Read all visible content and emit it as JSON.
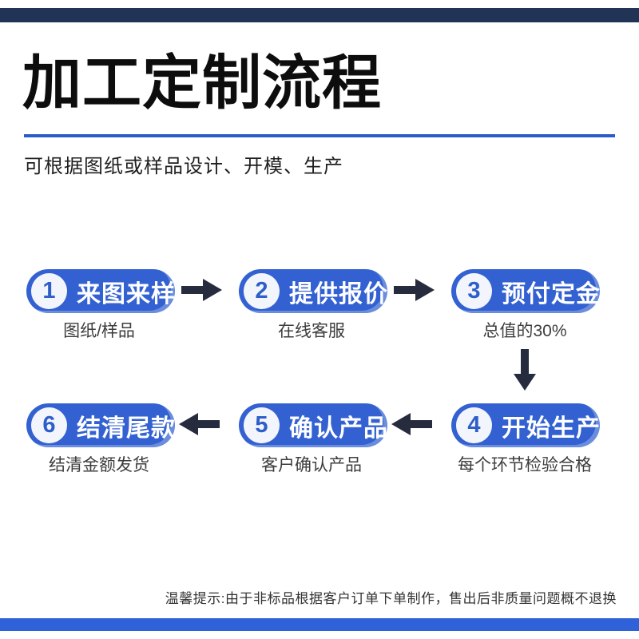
{
  "header": {
    "title": "加工定制流程",
    "subtitle": "可根据图纸或样品设计、开模、生产"
  },
  "steps": [
    {
      "num": "1",
      "label": "来图来样",
      "caption": "图纸/样品"
    },
    {
      "num": "2",
      "label": "提供报价",
      "caption": "在线客服"
    },
    {
      "num": "3",
      "label": "预付定金",
      "caption": "总值的30%"
    },
    {
      "num": "4",
      "label": "开始生产",
      "caption": "每个环节检验合格"
    },
    {
      "num": "5",
      "label": "确认产品",
      "caption": "客户确认产品"
    },
    {
      "num": "6",
      "label": "结清尾款",
      "caption": "结清金额发货"
    }
  ],
  "footer": {
    "note": "温馨提示:由于非标品根据客户订单下单制作，售出后非质量问题概不退换"
  },
  "colors": {
    "pill_blue": "#3361d2",
    "accent_line": "#2a5cc8",
    "arrow_dark": "#262b3e",
    "top_bar": "#223456",
    "bottom_bar": "#2f62d8",
    "number_blue": "#2e5ec9",
    "badge_bg": "#f2f5fb",
    "caption_gray": "#3d3d3d"
  }
}
